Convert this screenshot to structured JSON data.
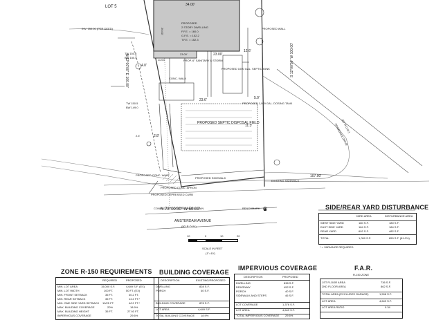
{
  "plan": {
    "lot_label": "LOT 5",
    "house_top_dim": "34.00'",
    "house_labels": [
      "PROPOSED",
      "2 STORY DWELLING",
      "F.F.E. = 160.0",
      "G.F.E. = 152.2",
      "T.F.E. = 152.3"
    ],
    "dims": [
      "23.00'",
      "23.00'",
      "12.6'",
      "4.0'",
      "11.00'",
      "5.0'",
      "23.6'",
      "2.8'",
      "11.3'",
      "26.00'",
      "2.4'"
    ],
    "notes_left": [
      "INV. 150.00 (PER DEED)",
      "TW 150.5",
      "BW 150.0",
      "TW 150.5",
      "BW 149.0",
      "PROPOSED CONC. WALK",
      "PROPOSED CONC. APRON",
      "PROPOSED DEPRESSED CURB",
      "CONNECT TO EXISTING WATER MAIN"
    ],
    "notes_center": [
      "PROP. 6\" SANITARY & STORM",
      "CONC. WALK",
      "PROPOSED 1000 GAL. SEPTIC TANK",
      "PROPOSED SEPTIC DISPOSAL FIELD",
      "PROPOSED SIDEWALK",
      "N 78°00'00\" W 50.00'",
      "AMSTERDAM AVENUE",
      "(50' R.O.W.)",
      "BENCHMARK"
    ],
    "notes_right": [
      "PROPOSED WALL",
      "PROPOSED 1,000 GAL. DOSING TANK",
      "HOMEDALE DRIVE",
      "(50' R.O.W.)",
      "107.00'",
      "EXISTING SIDEWALK"
    ],
    "bearing_left": "N 12°00'00\" E 100.00'",
    "bearing_right": "S 12°00'00\" W 100.00'",
    "scale": {
      "ticks": [
        "10",
        "0",
        "10",
        "20"
      ],
      "label": "SCALE IN FEET",
      "ratio": "(1\"=10')"
    }
  },
  "side_rear": {
    "title": "SIDE/REAR YARD DISTURBANCE",
    "headers": [
      "",
      "YARD AREA",
      "DISTURBANCE AREA"
    ],
    "rows": [
      [
        "WEST SIDE YARD",
        "180 S.F.",
        "180 S.F."
      ],
      [
        "EAST SIDE YARD",
        "184 S.F.",
        "184 S.F."
      ],
      [
        "REAR YARD",
        "692 S.F.",
        "482 S.F."
      ],
      [
        "TOTAL",
        "1,050 S.F.",
        "850 S.F. (81.0%)"
      ]
    ],
    "note": "* = VARIANCE REQUIRED"
  },
  "zone": {
    "title": "ZONE R-150 REQUIREMENTS",
    "headers": [
      "",
      "REQUIRED",
      "PROPOSED"
    ],
    "rows": [
      [
        "MIN. LOT AREA",
        "15,000 S.F.",
        "4,649 S.F. (EX)"
      ],
      [
        "MIN. LOT WIDTH",
        "100 FT.",
        "50 FT. (EX)"
      ],
      [
        "MIN. FRONT SETBACK",
        "35 FT.",
        "40.2 FT."
      ],
      [
        "MIN. REAR SETBACK",
        "35 FT.",
        "14.2 FT.*"
      ],
      [
        "MIN. ONE SIDE YARD SETBACK",
        "10/25 FT.",
        "4/12 FT.*"
      ],
      [
        "MAX. BUILDING COVERAGE",
        "20%",
        "18.9%"
      ],
      [
        "MAX. BUILDING HEIGHT",
        "35 FT.",
        "27.93 FT."
      ],
      [
        "IMPERVIOUS COVERAGE",
        "",
        "29.6%"
      ]
    ]
  },
  "building": {
    "title": "BUILDING COVERAGE",
    "headers": [
      "DESCRIPTION",
      "EXISTING/PROPOSED"
    ],
    "rows": [
      [
        "DWELLING",
        "828 S.F."
      ],
      [
        "PORCH",
        "40 S.F."
      ],
      [
        "BUILDING COVERAGE",
        "878 S.F."
      ],
      [
        "LOT AREA",
        "4,649 S.F."
      ],
      [
        "TOTAL BUILDING COVERAGE",
        "18.9%"
      ]
    ]
  },
  "impervious": {
    "title": "IMPERVIOUS COVERAGE",
    "headers": [
      "DESCRIPTION",
      "PROPOSED"
    ],
    "rows": [
      [
        "DWELLING",
        "838 S.F."
      ],
      [
        "DRIVEWAY",
        "452 S.F."
      ],
      [
        "PORCH",
        "40 S.F."
      ],
      [
        "SIDEWALK AND STEPS",
        "46 S.F."
      ],
      [
        "LOT COVERAGE",
        "1,376 S.F."
      ],
      [
        "LOT AREA",
        "4,649 S.F."
      ],
      [
        "TOTAL IMPERVIOUS COVERAGE",
        "29.6%"
      ]
    ]
  },
  "far": {
    "title": "F.A.R.",
    "subtitle": "R-150 ZONE",
    "rows": [
      [
        "1ST FLOOR AREA",
        "736 S.F."
      ],
      [
        "2ND FLOOR AREA",
        "862 S.F."
      ],
      [
        "TOTAL AREA (EXCLUDES GARAGE)",
        "1,598 S.F."
      ],
      [
        "LOT AREA",
        "4,649 S.F."
      ],
      [
        "LOT AREA RATIO",
        "0.34"
      ]
    ]
  }
}
